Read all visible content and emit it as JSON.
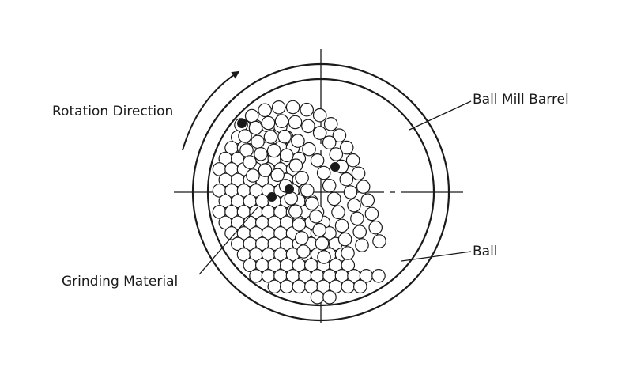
{
  "labels": {
    "rotation": "Rotation Direction",
    "barrel": "Ball Mill Barrel",
    "ball": "Ball",
    "grinding": "Grinding Material"
  },
  "colors": {
    "ink": "#1a1a1a",
    "background": "#ffffff"
  }
}
